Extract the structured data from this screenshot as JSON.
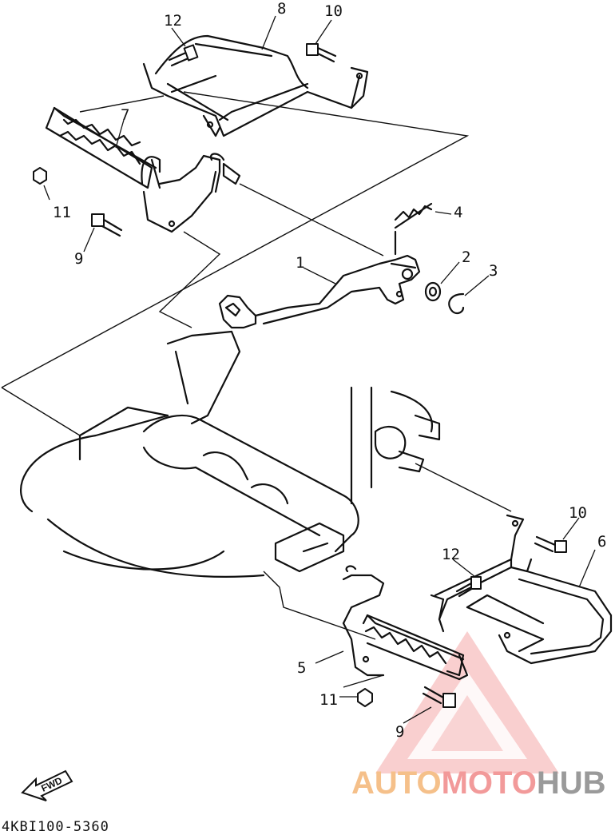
{
  "diagram": {
    "code": "4KBI100-5360",
    "fwd_label": "FWD",
    "callouts": [
      {
        "id": "c1",
        "label": "1"
      },
      {
        "id": "c2",
        "label": "2"
      },
      {
        "id": "c3",
        "label": "3"
      },
      {
        "id": "c4",
        "label": "4"
      },
      {
        "id": "c5",
        "label": "5"
      },
      {
        "id": "c6",
        "label": "6"
      },
      {
        "id": "c7",
        "label": "7"
      },
      {
        "id": "c8",
        "label": "8"
      },
      {
        "id": "c9a",
        "label": "9"
      },
      {
        "id": "c9b",
        "label": "9"
      },
      {
        "id": "c10a",
        "label": "10"
      },
      {
        "id": "c10b",
        "label": "10"
      },
      {
        "id": "c11a",
        "label": "11"
      },
      {
        "id": "c11b",
        "label": "11"
      },
      {
        "id": "c12a",
        "label": "12"
      },
      {
        "id": "c12b",
        "label": "12"
      }
    ]
  },
  "watermark": {
    "part_auto": "AUTO",
    "part_moto": "MOTO",
    "part_hub": "HUB",
    "color_auto": "#f5c08a",
    "color_moto": "#f29a9a",
    "color_hub": "#9a9a9a",
    "color_triangle": "#ef8a8a"
  }
}
